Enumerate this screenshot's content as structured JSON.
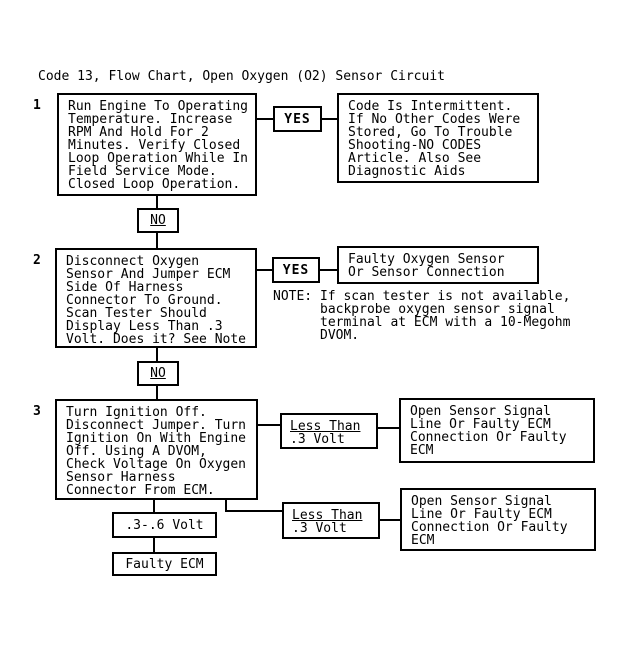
{
  "title": "Code 13, Flow Chart, Open Oxygen (O2) Sensor Circuit",
  "flow": {
    "step1": {
      "number": "1",
      "text_lines": [
        "Run Engine To Operating",
        "Temperature. Increase",
        "RPM And Hold For 2",
        "Minutes. Verify Closed",
        "Loop Operation While In",
        "Field Service Mode.",
        "Closed Loop Operation."
      ],
      "yes_label": "YES",
      "yes_result_lines": [
        "Code Is Intermittent.",
        "If No Other Codes Were",
        "Stored, Go To Trouble",
        "Shooting-NO CODES",
        "Article. Also See",
        "Diagnostic Aids"
      ],
      "no_label": "NO"
    },
    "step2": {
      "number": "2",
      "text_lines": [
        "Disconnect Oxygen",
        "Sensor And Jumper ECM",
        "Side Of Harness",
        "Connector To Ground.",
        "Scan Tester Should",
        "Display Less Than .3",
        "Volt. Does it? See Note"
      ],
      "yes_label": "YES",
      "yes_result_lines": [
        "Faulty Oxygen Sensor",
        "Or Sensor Connection"
      ],
      "note_lines": [
        "NOTE: If scan tester is not available,",
        "backprobe oxygen sensor signal",
        "terminal at ECM with a 10-Megohm",
        "DVOM."
      ],
      "no_label": "NO"
    },
    "step3": {
      "number": "3",
      "text_lines": [
        "Turn Ignition Off.",
        "Disconnect Jumper. Turn",
        "Ignition On With Engine",
        "Off. Using A DVOM,",
        "Check Voltage On Oxygen",
        "Sensor Harness",
        "Connector From ECM."
      ],
      "branch1": {
        "label_line1": "Less Than",
        "label_line2": ".3 Volt",
        "result_lines": [
          "Open Sensor Signal",
          "Line Or Faulty ECM",
          "Connection Or Faulty",
          "ECM"
        ]
      },
      "branch2": {
        "label_line1": "Less Than",
        "label_line2": ".3 Volt",
        "result_lines": [
          "Open Sensor Signal",
          "Line Or Faulty ECM",
          "Connection Or Faulty",
          "ECM"
        ]
      },
      "voltage_label": ".3-.6 Volt",
      "final_label": "Faulty ECM"
    }
  }
}
